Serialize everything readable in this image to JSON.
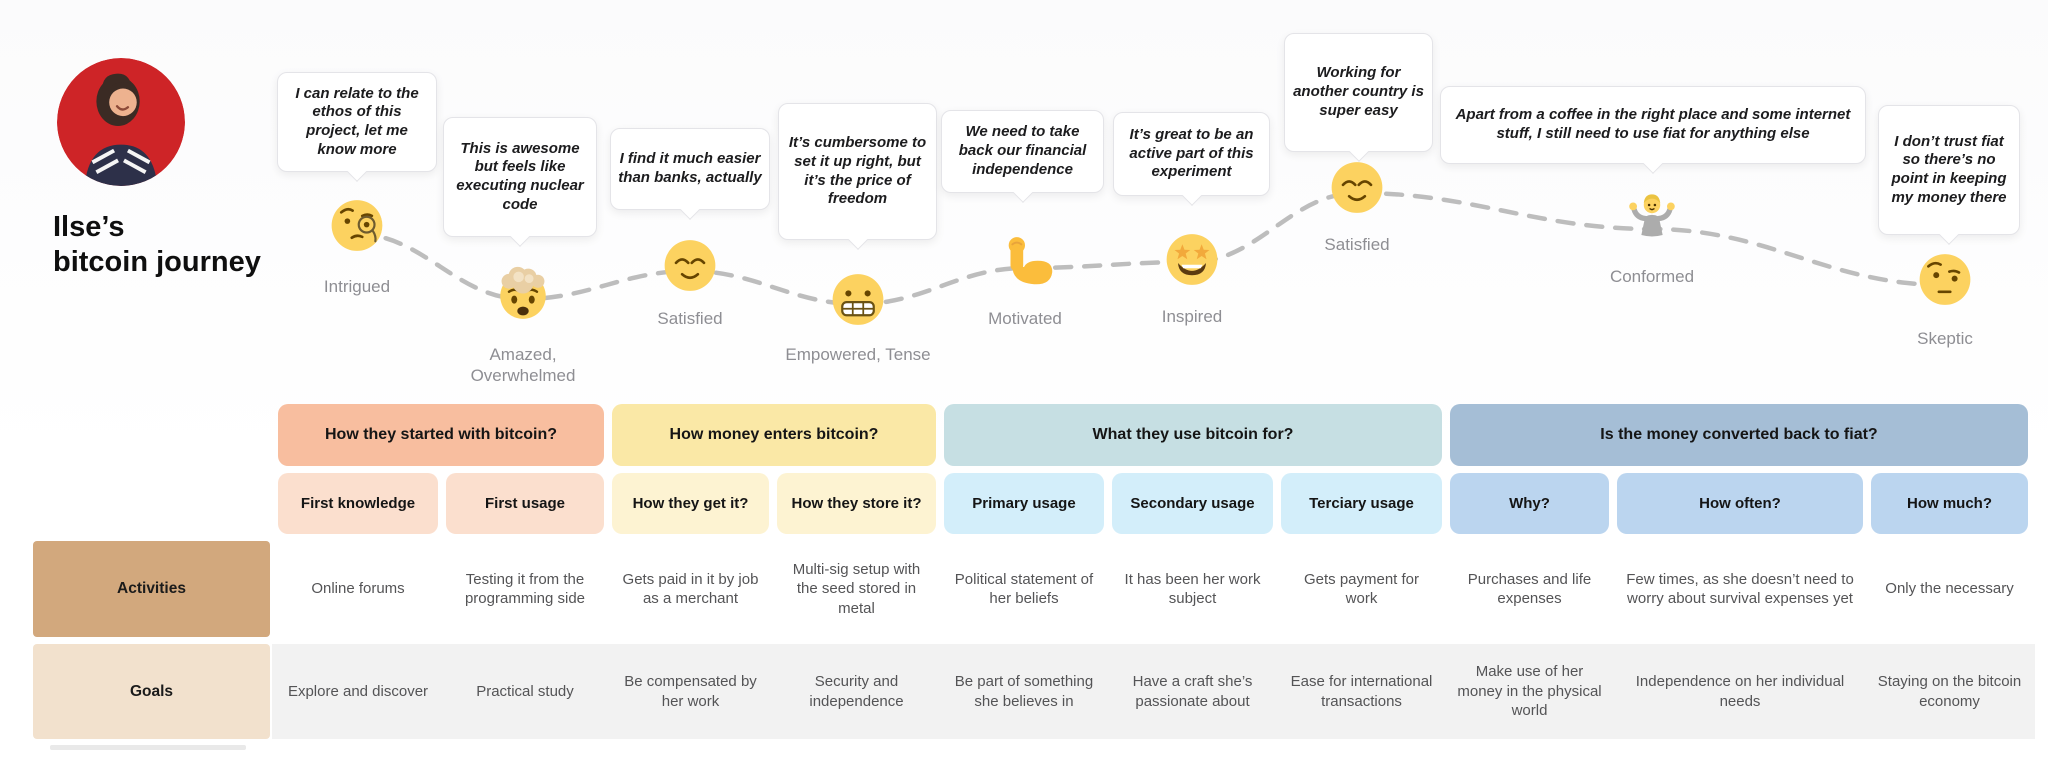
{
  "persona": {
    "title_line1": "Ilse’s",
    "title_line2": "bitcoin journey",
    "avatar_description": "woman laughing on red background"
  },
  "journey": {
    "points": [
      {
        "emoji": "face-with-monocle",
        "quote": "I can relate to the ethos of this project, let me know more",
        "emotion": "Intrigued"
      },
      {
        "emoji": "exploding-head",
        "quote": "This is awesome but feels like executing nuclear code",
        "emotion": "Amazed, Overwhelmed"
      },
      {
        "emoji": "relieved-face",
        "quote": "I find it much easier than banks, actually",
        "emotion": "Satisfied"
      },
      {
        "emoji": "grimacing-face",
        "quote": "It’s cumbersome to set it up right, but it’s the price of freedom",
        "emotion": "Empowered, Tense"
      },
      {
        "emoji": "flexed-biceps",
        "quote": "We need to take back our financial independence",
        "emotion": "Motivated"
      },
      {
        "emoji": "star-struck-face",
        "quote": "It’s great to be an active part of this experiment",
        "emotion": "Inspired"
      },
      {
        "emoji": "relieved-face",
        "quote": "Working for another country is super easy",
        "emotion": "Satisfied"
      },
      {
        "emoji": "person-shrugging",
        "quote": "Apart from a coffee in the right place and some internet stuff, I still need to use fiat for anything else",
        "emotion": "Conformed"
      },
      {
        "emoji": "face-with-raised-eyebrow",
        "quote": "I don’t trust fiat so there’s no point in keeping my money there",
        "emotion": "Skeptic"
      }
    ]
  },
  "table": {
    "phases": [
      {
        "label": "How they started with bitcoin?"
      },
      {
        "label": "How money enters bitcoin?"
      },
      {
        "label": "What they use bitcoin for?"
      },
      {
        "label": "Is the money converted back to fiat?"
      }
    ],
    "sub_columns": [
      "First knowledge",
      "First usage",
      "How they get it?",
      "How they store it?",
      "Primary usage",
      "Secondary usage",
      "Terciary usage",
      "Why?",
      "How often?",
      "How much?"
    ],
    "rows": [
      {
        "label": "Activities",
        "cells": [
          "Online forums",
          "Testing it from the programming side",
          "Gets paid in it by job as a merchant",
          "Multi-sig setup with the seed stored in metal",
          "Political statement of her beliefs",
          "It has been her work subject",
          "Gets payment for work",
          "Purchases and life expenses",
          "Few times, as she doesn’t need to worry about survival expenses yet",
          "Only the necessary"
        ]
      },
      {
        "label": "Goals",
        "cells": [
          "Explore and discover",
          "Practical study",
          "Be compensated by her work",
          "Security and independence",
          "Be part of something she believes in",
          "Have a craft she’s passionate about",
          "Ease for international transactions",
          "Make use of her money in the physical world",
          "Independence on her individual needs",
          "Staying on the bitcoin economy"
        ]
      }
    ]
  },
  "colors": {
    "phase1": "#F8BE9F",
    "phase1_sub": "#FBDFCE",
    "phase2": "#FAE8A6",
    "phase2_sub": "#FDF3D2",
    "phase3": "#C6DFE3",
    "phase3_sub": "#D3EEFA",
    "phase4": "#A5BED6",
    "phase4_sub": "#BBD5EF",
    "activities_label": "#D2A87D",
    "goals_label": "#F2E1CD",
    "goals_row_bg": "#F2F2F2",
    "curve": "#BDBDBD",
    "emotion_label_text": "#8E8E93"
  }
}
